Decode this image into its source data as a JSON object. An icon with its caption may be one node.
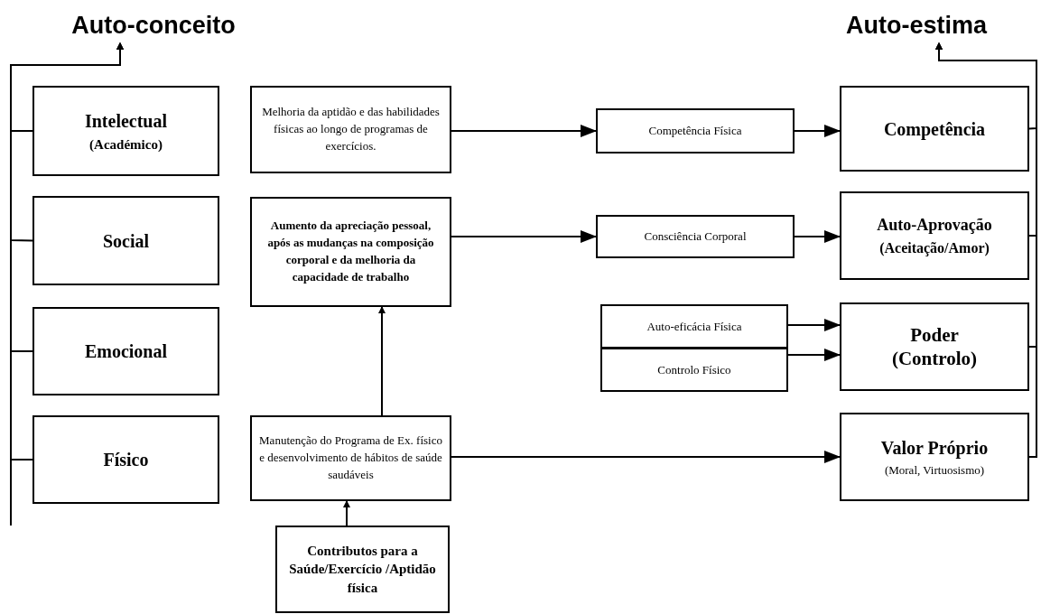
{
  "diagram": {
    "nodes": [
      {
        "text": [
          "Auto-conceito"
        ]
      },
      {
        "text": [
          "Intelectual",
          "(Académico)"
        ]
      },
      {
        "text": [
          "Social"
        ]
      },
      {
        "text": [
          "Emocional"
        ]
      },
      {
        "text": [
          "Físico"
        ]
      },
      {
        "text": [
          "Melhoria da aptidão e das habilidades físicas ao longo de programas de exercícios."
        ]
      },
      {
        "text": [
          "Aumento da apreciação pessoal, após as mudanças na composição corporal e da melhoria da capacidade de trabalho"
        ]
      },
      {
        "text": [
          "Manutenção do Programa de Ex. físico e desenvolvimento de hábitos de saúde saudáveis"
        ]
      },
      {
        "text": [
          "Contributos para a Saúde/Exercício /Aptidão física"
        ]
      },
      {
        "text": [
          "Competência Física"
        ]
      },
      {
        "text": [
          "Consciência Corporal"
        ]
      },
      {
        "text": [
          "Auto-eficácia Física"
        ]
      },
      {
        "text": [
          "Controlo Físico"
        ]
      },
      {
        "text": [
          "Competência"
        ]
      },
      {
        "text": [
          "Auto-Aprovação",
          "(Aceitação/Amor)"
        ]
      },
      {
        "text": [
          "Poder (Controlo)"
        ]
      },
      {
        "text": [
          "Valor Próprio",
          "(Moral, Virtuosismo)"
        ]
      },
      {
        "text": [
          "Auto-estima"
        ]
      }
    ],
    "edges": [
      {
        "from": 1,
        "to": 0,
        "arrow": "to"
      },
      {
        "from": 2,
        "to": 0,
        "arrow": "to"
      },
      {
        "from": 3,
        "to": 0,
        "arrow": "to"
      },
      {
        "from": 4,
        "to": 0,
        "arrow": "to"
      },
      {
        "from": 5,
        "to": 9,
        "arrow": "to"
      },
      {
        "from": 9,
        "to": 13,
        "arrow": "to"
      },
      {
        "from": 6,
        "to": 10,
        "arrow": "to"
      },
      {
        "from": 10,
        "to": 14,
        "arrow": "to"
      },
      {
        "from": 11,
        "to": 15,
        "arrow": "to"
      },
      {
        "from": 12,
        "to": 15,
        "arrow": "to"
      },
      {
        "from": 7,
        "to": 16,
        "arrow": "to"
      },
      {
        "from": 8,
        "to": 7,
        "arrow": "to"
      },
      {
        "from": 7,
        "to": 6,
        "arrow": "to"
      },
      {
        "from": 13,
        "to": 17,
        "arrow": "to"
      },
      {
        "from": 14,
        "to": 17,
        "arrow": "to"
      },
      {
        "from": 15,
        "to": 17,
        "arrow": "to"
      },
      {
        "from": 16,
        "to": 17,
        "arrow": "to"
      }
    ]
  }
}
